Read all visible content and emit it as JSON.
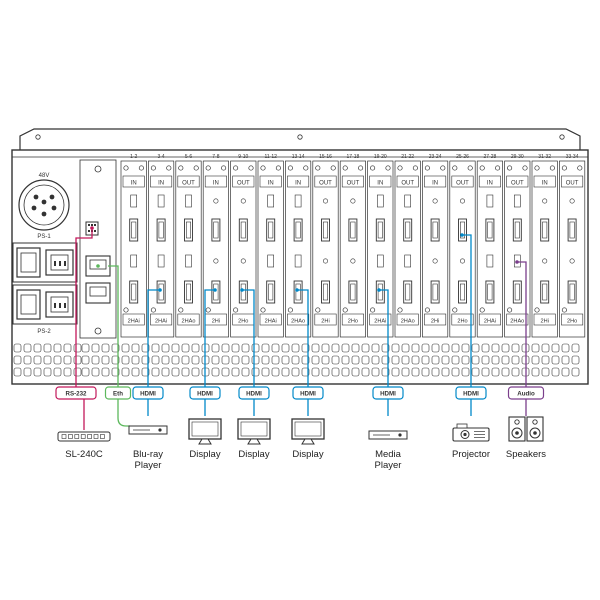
{
  "chassis": {
    "voltage_label": "48V",
    "ps1_label": "PS-1",
    "ps2_label": "PS-2",
    "slot_pairs": [
      "1-2",
      "3-4",
      "5-6",
      "7-8",
      "9-10",
      "11-12",
      "13-14",
      "15-16",
      "17-18",
      "19-20",
      "21-22",
      "23-24",
      "25-26",
      "27-28",
      "29-30",
      "31-32",
      "33-34"
    ],
    "slot_directions": [
      "IN",
      "IN",
      "OUT",
      "IN",
      "OUT",
      "IN",
      "IN",
      "OUT",
      "OUT",
      "IN",
      "OUT",
      "IN",
      "OUT",
      "IN",
      "OUT",
      "IN",
      "OUT"
    ],
    "card_types": [
      "2HAi",
      "2HAi",
      "2HAo",
      "2Hi",
      "2Ho",
      "2HAi",
      "2HAo",
      "2Hi",
      "2Ho",
      "2HAi",
      "2HAo",
      "2Hi",
      "2Ho",
      "2HAi",
      "2HAo",
      "2Hi",
      "2Ho"
    ]
  },
  "connections": [
    {
      "type_label": "RS-232",
      "color": "#c2185b",
      "device_label": "SL-240C",
      "device_icon": "control-panel-icon"
    },
    {
      "type_label": "Eth",
      "color": "#5cb85c",
      "device_label": "",
      "device_icon": ""
    },
    {
      "type_label": "HDMI",
      "color": "#0088c8",
      "device_label": "Blu-ray Player",
      "device_icon": "bluray-player-icon"
    },
    {
      "type_label": "HDMI",
      "color": "#0088c8",
      "device_label": "Display",
      "device_icon": "display-icon"
    },
    {
      "type_label": "HDMI",
      "color": "#0088c8",
      "device_label": "Display",
      "device_icon": "display-icon"
    },
    {
      "type_label": "HDMI",
      "color": "#0088c8",
      "device_label": "Display",
      "device_icon": "display-icon"
    },
    {
      "type_label": "HDMI",
      "color": "#0088c8",
      "device_label": "Media Player",
      "device_icon": "media-player-icon"
    },
    {
      "type_label": "HDMI",
      "color": "#0088c8",
      "device_label": "Projector",
      "device_icon": "projector-icon"
    },
    {
      "type_label": "Audio",
      "color": "#7b3f8c",
      "device_label": "Speakers",
      "device_icon": "speakers-icon"
    }
  ]
}
